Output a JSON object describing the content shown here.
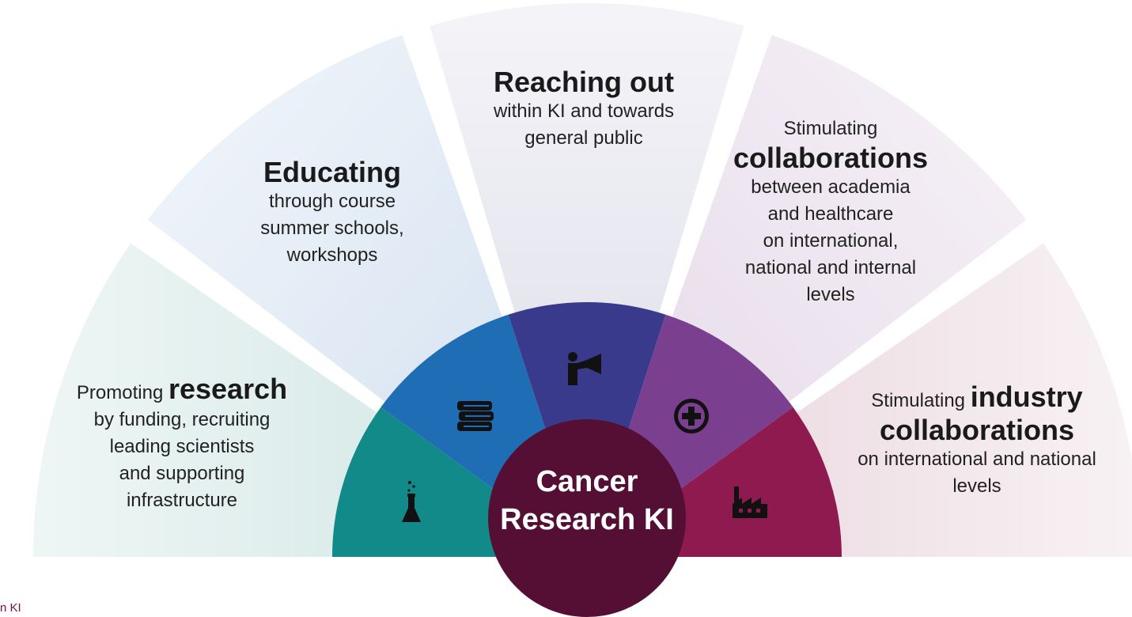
{
  "colors": {
    "research": "#138a8a",
    "educating": "#1f6db5",
    "reaching": "#3a3a8c",
    "collab": "#7a3f8f",
    "industry": "#8e1a4f",
    "center": "#560f34"
  },
  "icons": [
    "flask-icon",
    "books-icon",
    "megaphone-person-icon",
    "plus-circle-icon",
    "factory-icon"
  ],
  "segments": {
    "research": {
      "pre": "Promoting ",
      "title": "research",
      "l1": "by funding, recruiting",
      "l2": "leading scientists",
      "l3": "and supporting",
      "l4": "infrastructure"
    },
    "educating": {
      "title": "Educating",
      "l1": "through course",
      "l2": "summer schools,",
      "l3": "workshops"
    },
    "reaching": {
      "title": "Reaching out",
      "l1": "within KI and towards",
      "l2": "general public"
    },
    "collab": {
      "pre": "Stimulating",
      "title": "collaborations",
      "l1": "between academia",
      "l2": "and healthcare",
      "l3": "on international,",
      "l4": "national and internal",
      "l5": "levels"
    },
    "industry": {
      "pre": "Stimulating ",
      "title1": "industry",
      "title2": "collaborations",
      "l1": "on international and national",
      "l2": "levels"
    }
  },
  "center": {
    "line1": "Cancer",
    "line2": "Research KI"
  },
  "footer": "n KI"
}
